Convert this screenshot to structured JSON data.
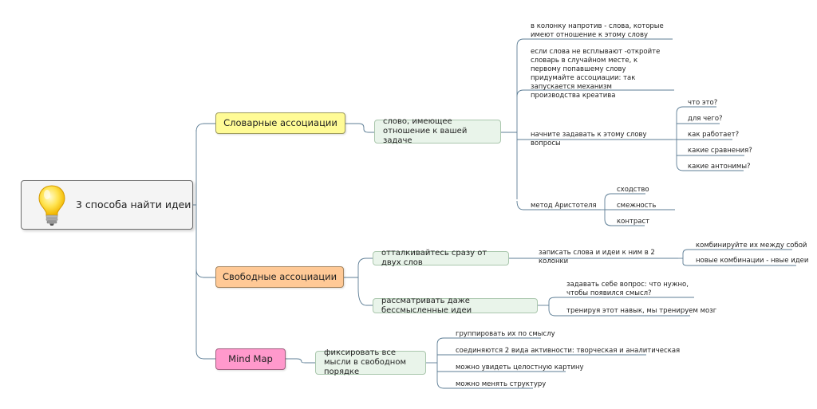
{
  "central": {
    "title": "3 способа найти идеи",
    "icon": "lightbulb-icon"
  },
  "colors": {
    "line": "#5c7d95",
    "main_yellow": "#fffb96",
    "main_orange": "#ffc996",
    "main_pink": "#ff99cc",
    "sub_fill": "#e9f4ea"
  },
  "branches": [
    {
      "title": "Словарные ассоциации",
      "sub": {
        "title": "слово, имеющее отношение к вашей задаче",
        "items": [
          "в колонку напротив - слова, которые имеют отношение к этому слову",
          "если слова не всплывают -откройте словарь в случайном месте, к первому попавшему слову придумайте ассоциации: так запускается механизм производства креатива",
          {
            "label": "начните задавать к этому слову вопросы",
            "children": [
              "что это?",
              "для чего?",
              "как работает?",
              "какие сравнения?",
              "какие антонимы?"
            ]
          },
          {
            "label": "метод Аристотеля",
            "children": [
              "сходство",
              "смежность",
              "контраст"
            ]
          }
        ]
      }
    },
    {
      "title": "Свободные ассоциации",
      "subs": [
        {
          "title": "отталкивайтесь сразу от двух слов",
          "items": [
            {
              "label": "записать слова и идеи к ним в 2 колонки",
              "children": [
                "комбинируйте их между собой",
                "новые комбинации - нвые идеи"
              ]
            }
          ]
        },
        {
          "title": "рассматривать даже бессмысленные идеи",
          "items": [
            "задавать себе вопрос: что нужно, чтобы появился смысл?",
            "тренируя этот навык, мы тренируем мозг"
          ]
        }
      ]
    },
    {
      "title": "Mind Map",
      "sub": {
        "title": "фиксировать все мысли в свободном порядке",
        "items": [
          "группировать их по смыслу",
          "соединяются 2 вида активности: творческая и аналитическая",
          "можно увидеть целостную картину",
          "можно менять структуру"
        ]
      }
    }
  ]
}
